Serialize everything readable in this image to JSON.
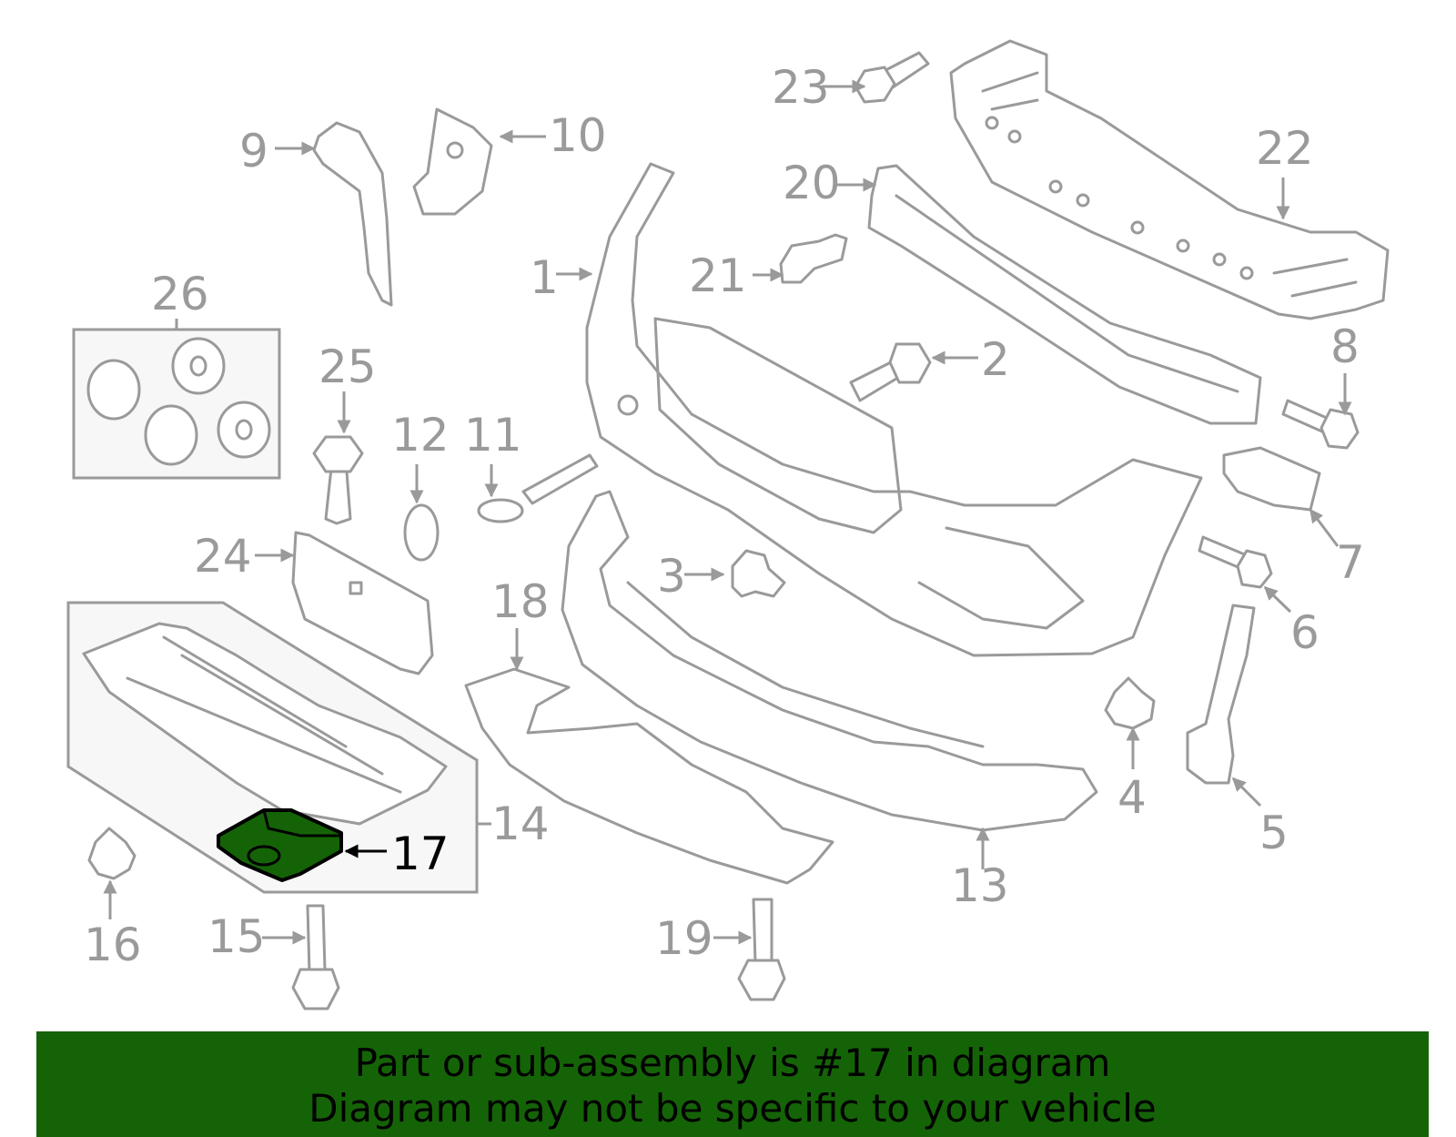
{
  "diagram": {
    "highlighted_part": "17",
    "highlight_color": "#156307",
    "callouts": {
      "c1": "1",
      "c2": "2",
      "c3": "3",
      "c4": "4",
      "c5": "5",
      "c6": "6",
      "c7": "7",
      "c8": "8",
      "c9": "9",
      "c10": "10",
      "c11": "11",
      "c12": "12",
      "c13": "13",
      "c14": "14",
      "c15": "15",
      "c16": "16",
      "c17": "17",
      "c18": "18",
      "c19": "19",
      "c20": "20",
      "c21": "21",
      "c22": "22",
      "c23": "23",
      "c24": "24",
      "c25": "25",
      "c26": "26"
    }
  },
  "banner": {
    "line1": "Part or sub-assembly is #17 in diagram",
    "line2": "Diagram may not be specific to your vehicle",
    "background": "#156307"
  }
}
